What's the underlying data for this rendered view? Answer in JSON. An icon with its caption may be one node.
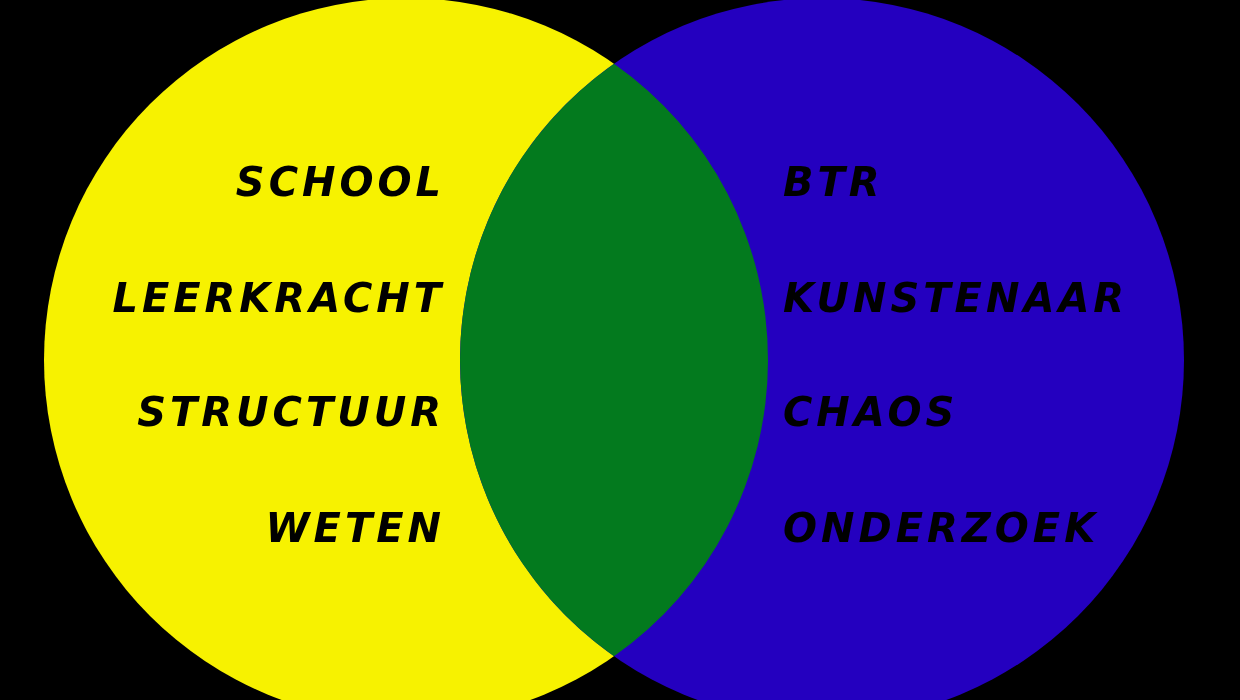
{
  "diagram": {
    "nodes": [
      {
        "text": [
          "SCHOOL",
          "LEERKRACHT",
          "STRUCTUUR",
          "WETEN"
        ]
      },
      {
        "text": [
          "BTR",
          "KUNSTENAAR",
          "CHAOS",
          "ONDERZOEK"
        ]
      },
      {
        "text": [],
        "shape": "lens"
      }
    ],
    "edges": []
  }
}
